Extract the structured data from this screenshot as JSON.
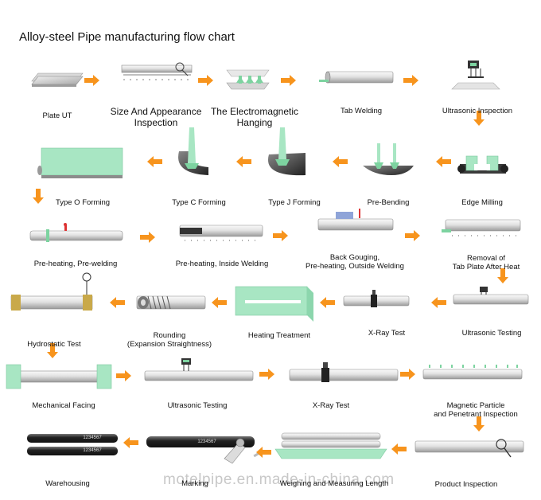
{
  "title": "Alloy-steel Pipe manufacturing flow chart",
  "watermark": "motelpipe.en.made-in-china.com",
  "colors": {
    "arrow": "#f7941d",
    "green": "#a8e6c3",
    "steel": "#8c8c8c",
    "steel_light": "#e6e6e6",
    "dark": "#333333"
  },
  "steps": {
    "plate_ut": "Plate UT",
    "size_inspection": "Size And Appearance\nInspection",
    "em_hanging": "The Electromagnetic\nHanging",
    "tab_welding": "Tab Welding",
    "ultrasonic_inspection": "Ultrasonic Inspection",
    "type_o_forming": "Type O Forming",
    "type_c_forming": "Type C Forming",
    "type_j_forming": "Type J Forming",
    "pre_bending": "Pre-Bending",
    "edge_milling": "Edge Milling",
    "preheat_prewelding": "Pre-heating,  Pre-welding",
    "preheat_inside_welding": "Pre-heating,  Inside Welding",
    "back_gouging": "Back Gouging,\nPre-heating,  Outside Welding",
    "removal_tab": "Removal of\nTab Plate After Heat",
    "hydrostatic_test": "Hydrostatic Test",
    "rounding": "Rounding\n(Expansion Straightness)",
    "heating_treatment": "Heating Treatment",
    "xray_test_1": "X-Ray Test",
    "ultrasonic_testing_1": "Ultrasonic Testing",
    "mechanical_facing": "Mechanical Facing",
    "ultrasonic_testing_2": "Ultrasonic Testing",
    "xray_test_2": "X-Ray Test",
    "magnetic_particle": "Magnetic Particle\nand Penetrant Inspection",
    "warehousing": "Warehousing",
    "marking": "Marking",
    "weighing": "Weighing and Measuring Length",
    "product_inspection": "Product Inspection"
  },
  "pipe_marks": {
    "mark_a": "1234567",
    "mark_b": "1234567"
  }
}
